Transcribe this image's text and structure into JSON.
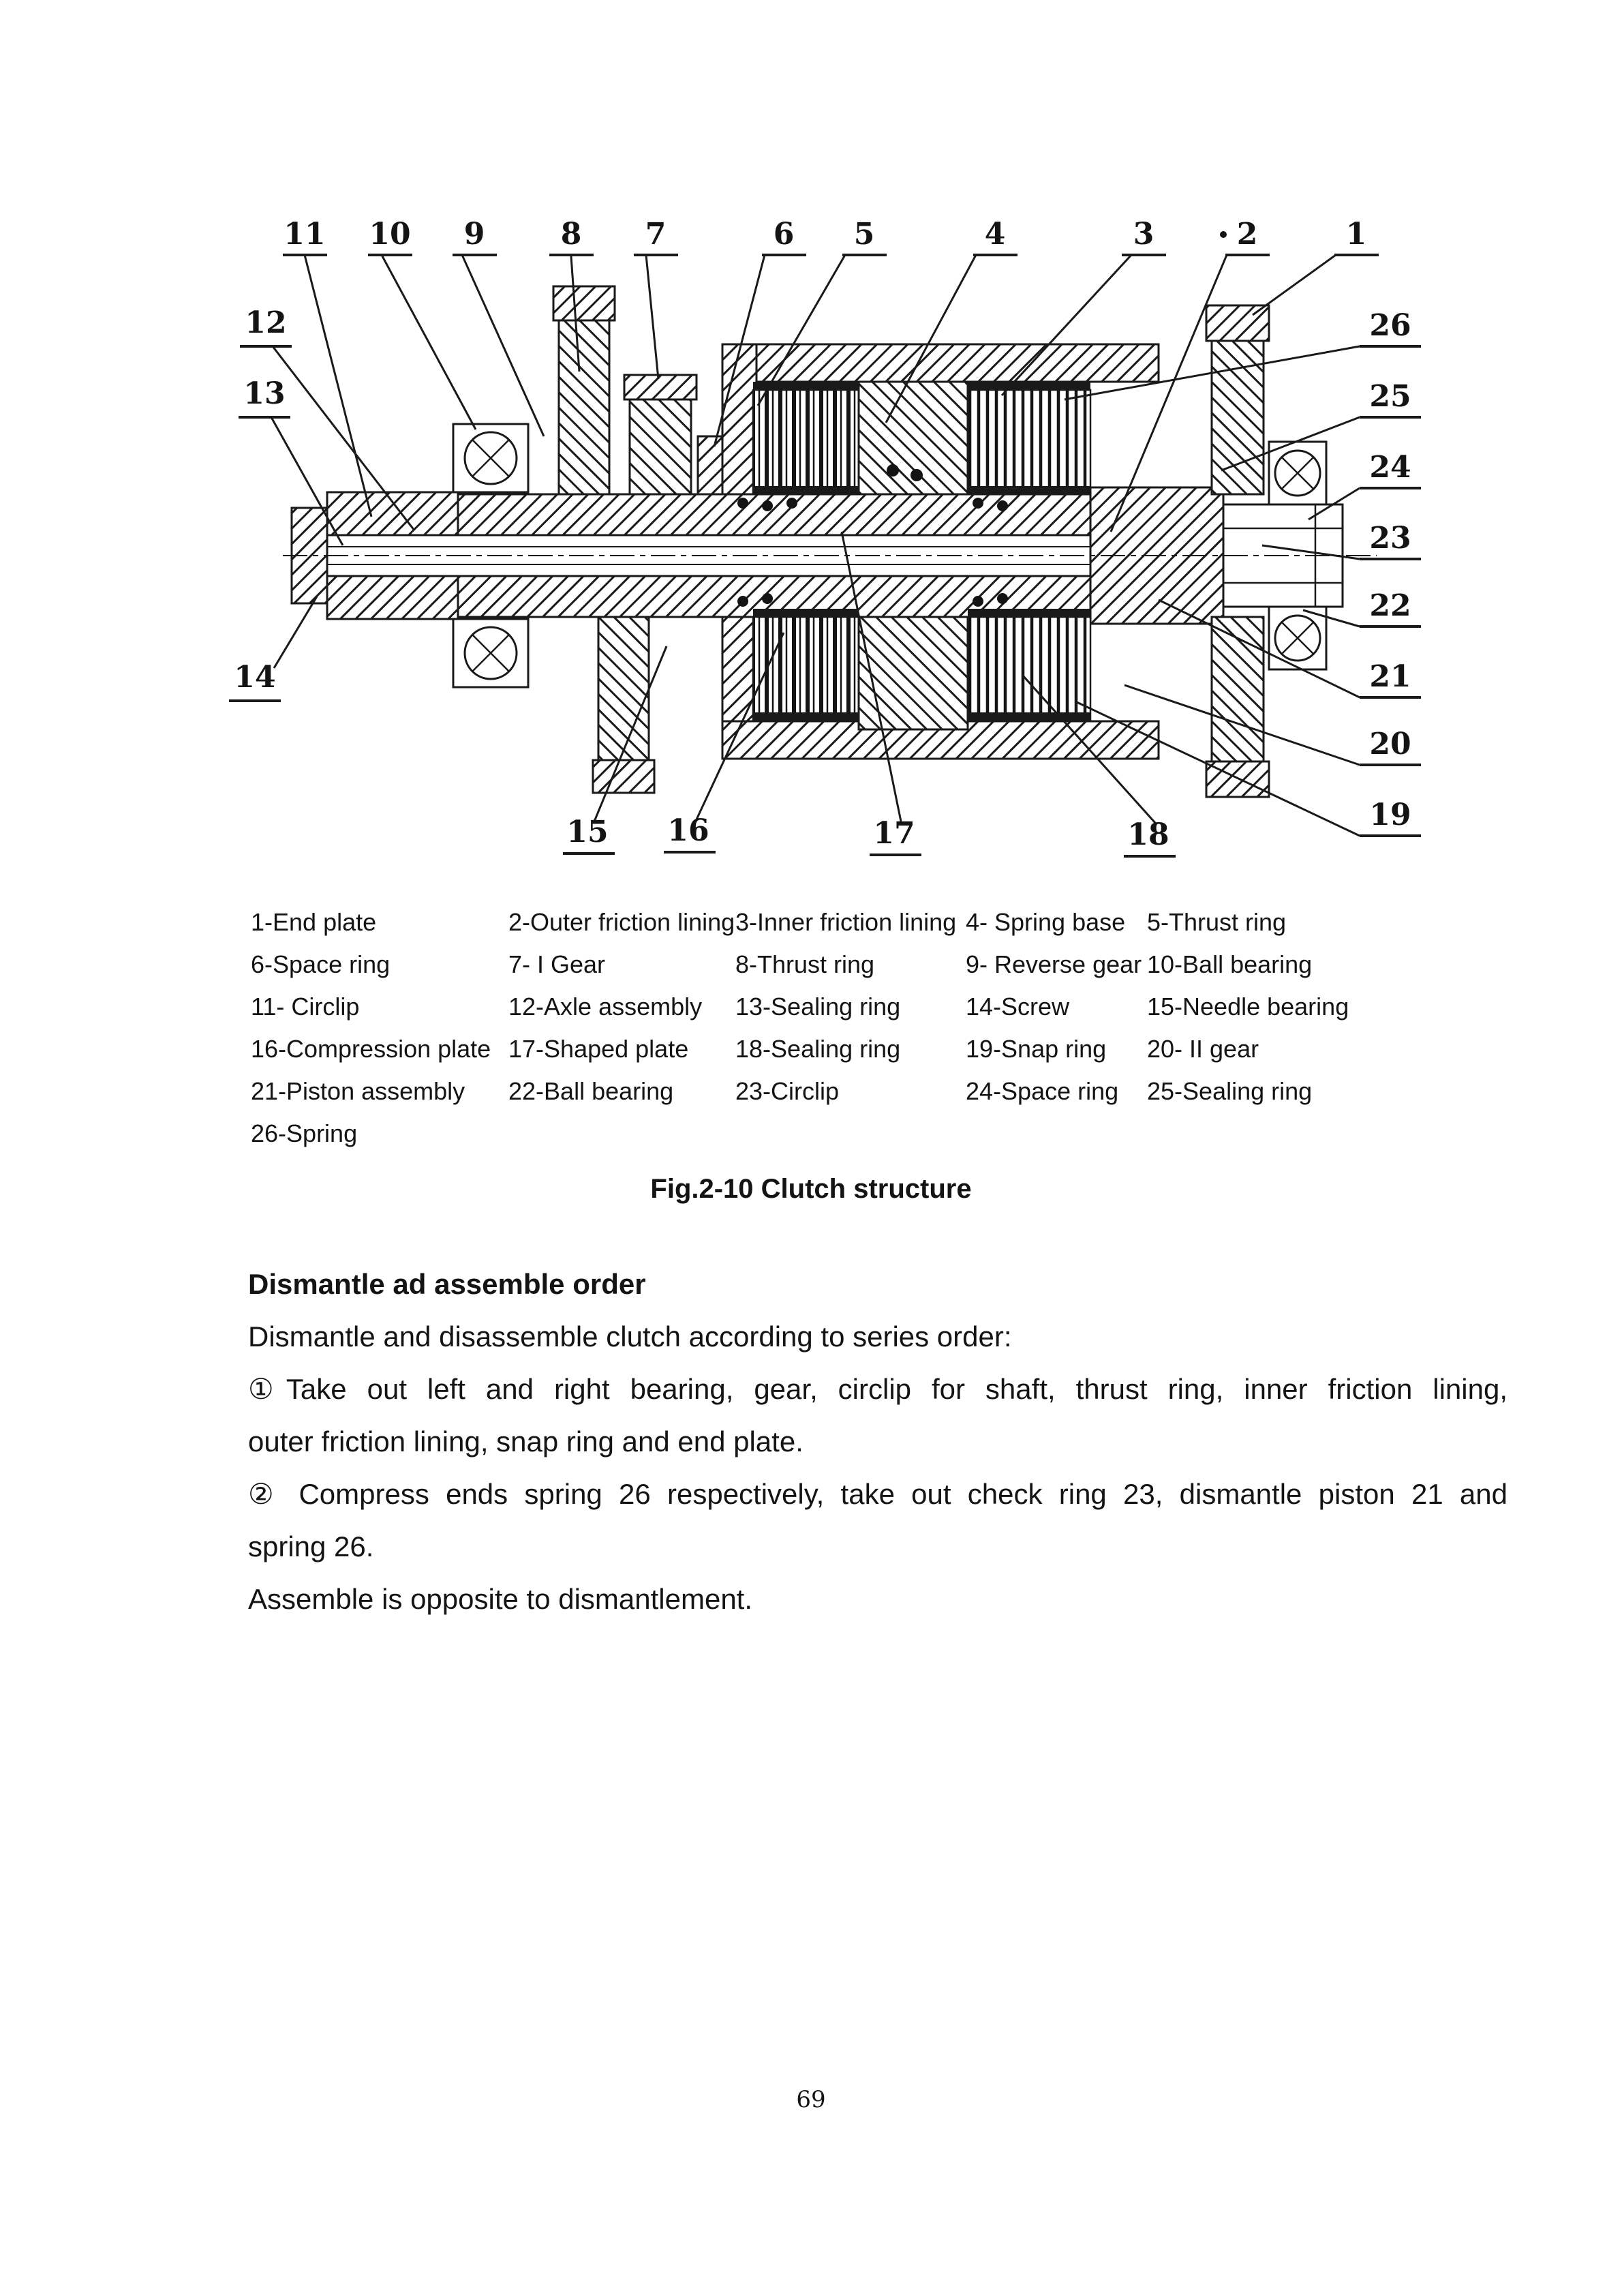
{
  "figure": {
    "caption": "Fig.2-10 Clutch structure",
    "callouts": [
      "1",
      "2",
      "3",
      "4",
      "5",
      "6",
      "7",
      "8",
      "9",
      "10",
      "11",
      "12",
      "13",
      "14",
      "15",
      "16",
      "17",
      "18",
      "19",
      "20",
      "21",
      "22",
      "23",
      "24",
      "25",
      "26"
    ]
  },
  "parts": {
    "rows": [
      [
        "1-End plate",
        "2-Outer friction lining",
        "3-Inner friction lining",
        "4- Spring base",
        "5-Thrust ring"
      ],
      [
        "6-Space ring",
        "7- I Gear",
        "8-Thrust ring",
        "9- Reverse gear",
        "10-Ball bearing"
      ],
      [
        "11- Circlip",
        "12-Axle assembly",
        "13-Sealing ring",
        "14-Screw",
        "15-Needle bearing"
      ],
      [
        "16-Compression plate",
        "17-Shaped plate",
        "18-Sealing ring",
        "19-Snap ring",
        "20- II gear"
      ],
      [
        "21-Piston assembly",
        "22-Ball bearing",
        "23-Circlip",
        "24-Space ring",
        "25-Sealing ring"
      ],
      [
        "26-Spring"
      ]
    ]
  },
  "content": {
    "heading": "Dismantle ad assemble order",
    "lines": [
      "Dismantle and disassemble clutch according to series order:",
      "①Take out left and right bearing, gear, circlip for shaft, thrust ring, inner friction lining,",
      "outer friction lining, snap ring and end plate.",
      "② Compress ends spring 26 respectively, take out check ring 23, dismantle piston 21 and",
      "spring 26.",
      "Assemble is opposite to dismantlement."
    ]
  },
  "page_number": "69"
}
